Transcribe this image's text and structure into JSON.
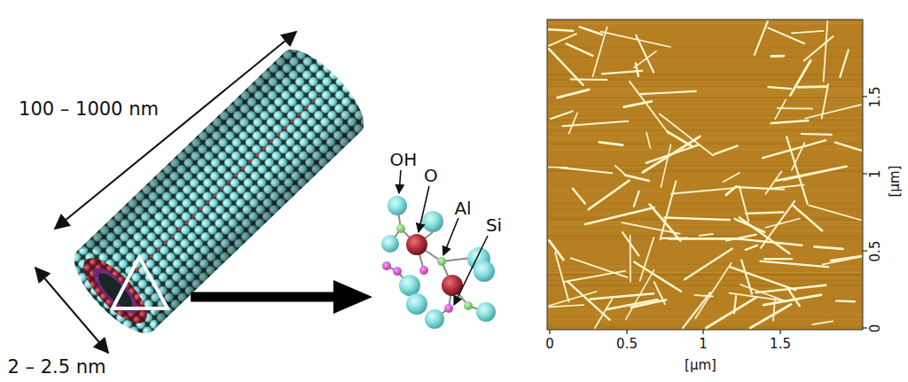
{
  "diagram": {
    "labels": [
      "100 – 1000 nm",
      "2 – 2.5 nm",
      "OH",
      "O",
      "Al",
      "Si",
      "0",
      "0.5",
      "1",
      "1.5",
      "[µm]",
      "0",
      "0.5",
      "1",
      "1.5",
      "[µm]"
    ]
  }
}
